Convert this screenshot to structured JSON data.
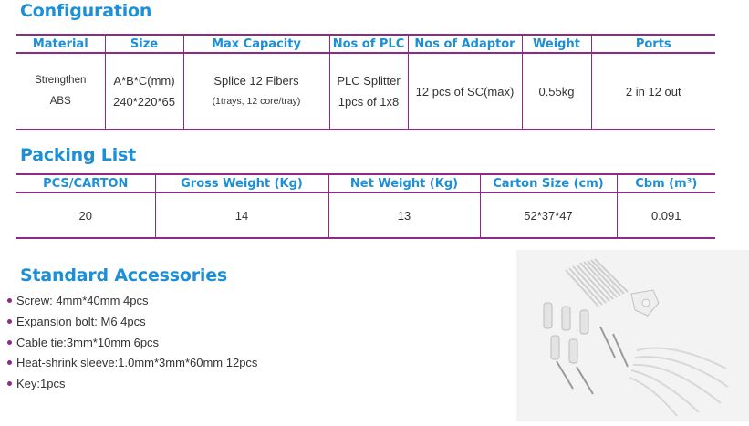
{
  "configuration": {
    "title": "Configuration",
    "headers": [
      "Material",
      "Size",
      "Max Capacity",
      "Nos of PLC",
      "Nos of Adaptor",
      "Weight",
      "Ports"
    ],
    "row": {
      "material": [
        "Strengthen",
        "ABS"
      ],
      "size": [
        "A*B*C(mm)",
        "240*220*65"
      ],
      "capacity": [
        "Splice 12 Fibers",
        "(1trays, 12 core/tray)"
      ],
      "plc": [
        "PLC Splitter",
        "1pcs of 1x8"
      ],
      "adaptor": "12 pcs of SC(max)",
      "weight": "0.55kg",
      "ports": "2 in 12 out"
    }
  },
  "packing": {
    "title": "Packing List",
    "headers": [
      "PCS/CARTON",
      "Gross Weight  (Kg)",
      "Net Weight  (Kg)",
      "Carton Size  (cm)",
      "Cbm  (m³)"
    ],
    "values": [
      "20",
      "14",
      "13",
      "52*37*47",
      "0.091"
    ]
  },
  "accessories": {
    "title": "Standard Accessories",
    "items": [
      "Screw: 4mm*40mm  4pcs",
      "Expansion bolt: M6  4pcs",
      "Cable tie:3mm*10mm  6pcs",
      "Heat-shrink sleeve:1.0mm*3mm*60mm  12pcs",
      "Key:1pcs"
    ]
  },
  "colors": {
    "title_blue": "#1d8fd6",
    "rule_purple": "#8e2a86",
    "bullet": "#8e2a86"
  }
}
